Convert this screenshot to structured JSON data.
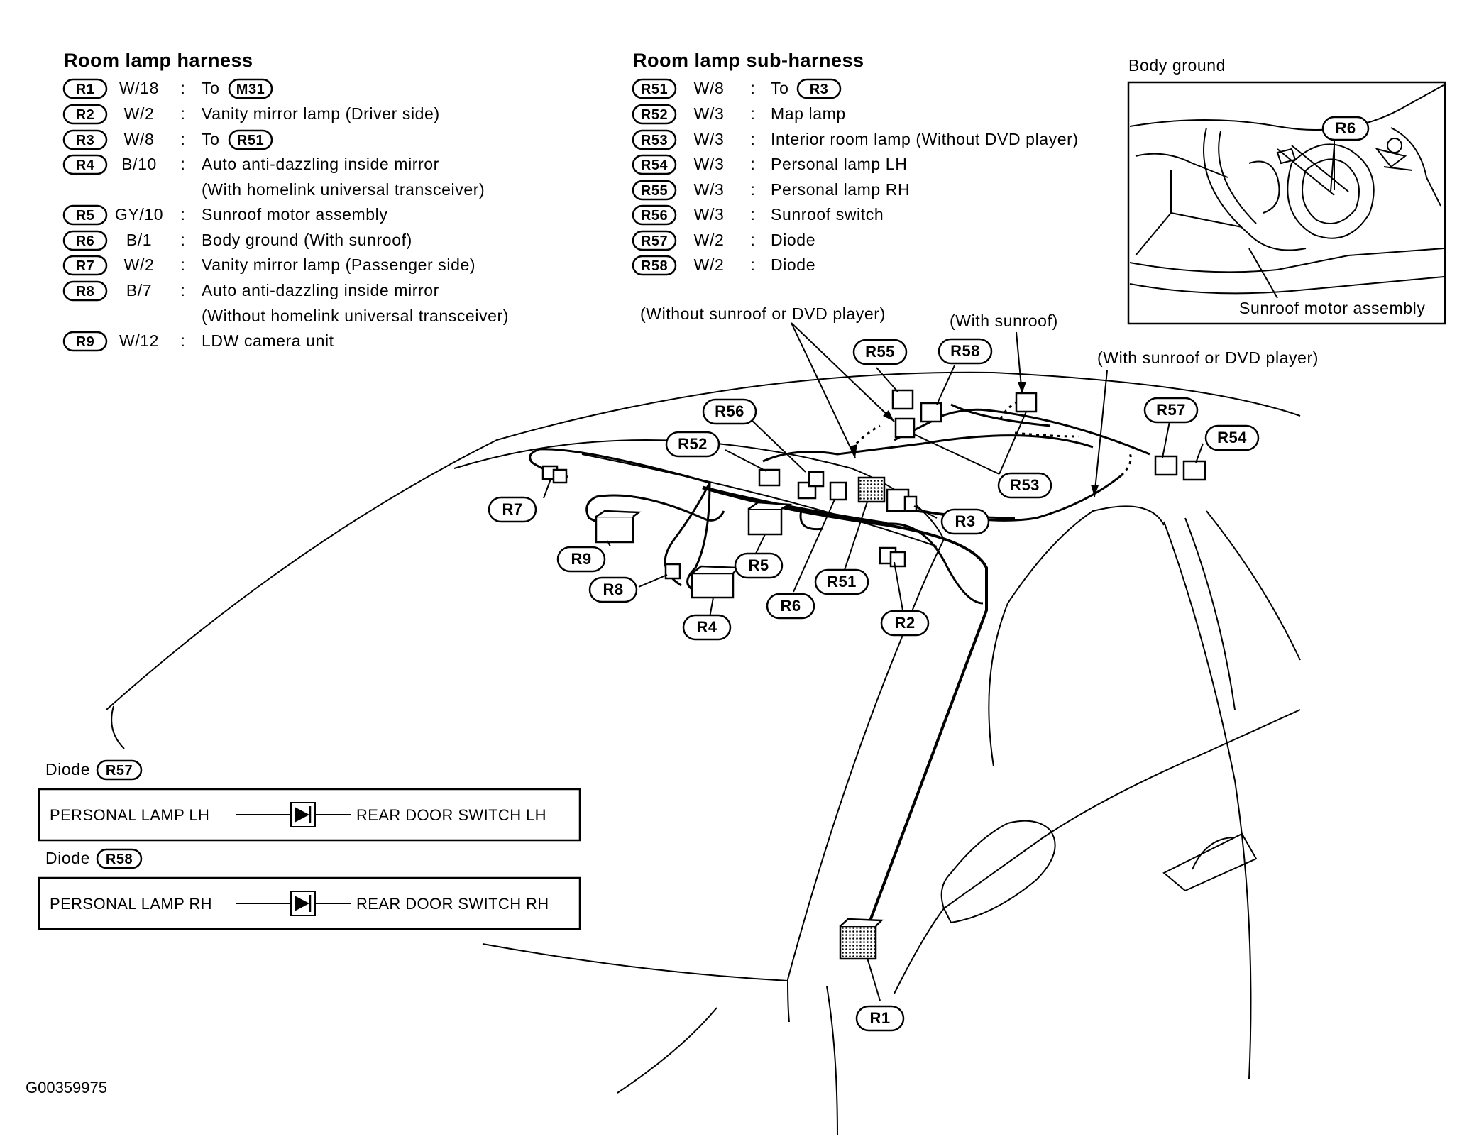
{
  "harness": {
    "title": "Room lamp harness",
    "rows": [
      {
        "code": "R1",
        "wire": "W/18",
        "desc": "To",
        "ref": "M31"
      },
      {
        "code": "R2",
        "wire": "W/2",
        "desc": "Vanity mirror lamp (Driver side)"
      },
      {
        "code": "R3",
        "wire": "W/8",
        "desc": "To",
        "ref": "R51"
      },
      {
        "code": "R4",
        "wire": "B/10",
        "desc": "Auto anti-dazzling inside mirror",
        "desc2": "(With homelink universal transceiver)"
      },
      {
        "code": "R5",
        "wire": "GY/10",
        "desc": "Sunroof motor assembly"
      },
      {
        "code": "R6",
        "wire": "B/1",
        "desc": "Body ground (With sunroof)"
      },
      {
        "code": "R7",
        "wire": "W/2",
        "desc": "Vanity mirror lamp (Passenger side)"
      },
      {
        "code": "R8",
        "wire": "B/7",
        "desc": "Auto anti-dazzling inside mirror",
        "desc2": "(Without homelink universal transceiver)"
      },
      {
        "code": "R9",
        "wire": "W/12",
        "desc": "LDW camera unit"
      }
    ]
  },
  "subharness": {
    "title": "Room lamp sub-harness",
    "rows": [
      {
        "code": "R51",
        "wire": "W/8",
        "desc": "To",
        "ref": "R3"
      },
      {
        "code": "R52",
        "wire": "W/3",
        "desc": "Map lamp"
      },
      {
        "code": "R53",
        "wire": "W/3",
        "desc": "Interior room lamp (Without DVD player)"
      },
      {
        "code": "R54",
        "wire": "W/3",
        "desc": "Personal lamp LH"
      },
      {
        "code": "R55",
        "wire": "W/3",
        "desc": "Personal lamp RH"
      },
      {
        "code": "R56",
        "wire": "W/3",
        "desc": "Sunroof switch"
      },
      {
        "code": "R57",
        "wire": "W/2",
        "desc": "Diode"
      },
      {
        "code": "R58",
        "wire": "W/2",
        "desc": "Diode"
      }
    ]
  },
  "separator": ":",
  "inset": {
    "title": "Body ground",
    "callout": "R6",
    "label": "Sunroof motor assembly"
  },
  "notes": {
    "without_sunroof_dvd": "(Without sunroof or DVD player)",
    "with_sunroof": "(With sunroof)",
    "with_sunroof_dvd": "(With sunroof or DVD player)"
  },
  "callouts": [
    "R1",
    "R2",
    "R3",
    "R4",
    "R5",
    "R6",
    "R7",
    "R8",
    "R9",
    "R51",
    "R52",
    "R53",
    "R54",
    "R55",
    "R56",
    "R57",
    "R58"
  ],
  "diodes": [
    {
      "label": "Diode",
      "code": "R57",
      "left": "PERSONAL LAMP LH",
      "right": "REAR DOOR SWITCH LH"
    },
    {
      "label": "Diode",
      "code": "R58",
      "left": "PERSONAL LAMP RH",
      "right": "REAR DOOR SWITCH RH"
    }
  ],
  "figure_code": "G00359975"
}
